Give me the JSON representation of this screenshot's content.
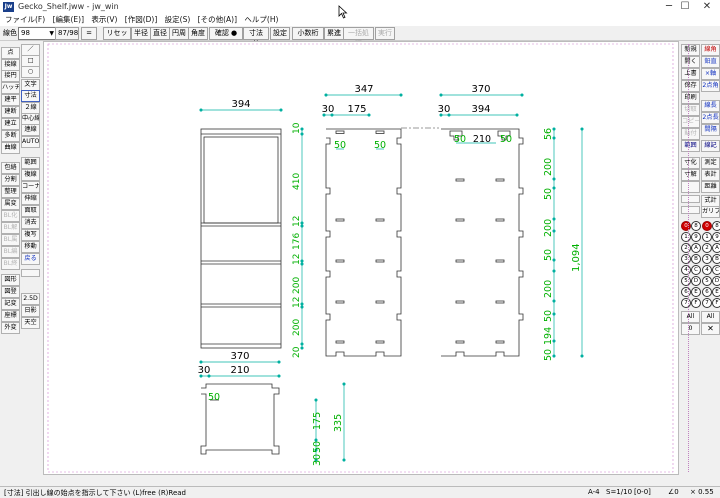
{
  "window": {
    "title": "Gecko_Shelf.jww - jw_win",
    "app_icon": "Jw",
    "minimize": "─",
    "maximize": "☐",
    "close": "✕"
  },
  "menu": [
    "ファイル(F)",
    "[編集(E)]",
    "表示(V)",
    "[作図(D)]",
    "設定(S)",
    "[その他(A)]",
    "ヘルプ(H)"
  ],
  "toolbar": {
    "line_type_label": "線色",
    "scale_value": "98",
    "ratio_value": "87/98",
    "eq": "=",
    "reset": "リセット",
    "half": "半径",
    "diameter": "直径",
    "circle": "円周",
    "angle": "角度",
    "confirm": "確認 ●",
    "dim_value": "寸法値",
    "settings": "設定",
    "decimal": "小数桁 2",
    "cumulative": "累進",
    "batch": "一括処理",
    "exec": "実行"
  },
  "left_tools": [
    "点",
    "接線",
    "接円",
    "ハッチ",
    "建平",
    "建断",
    "建立",
    "多断",
    "曲線",
    "",
    "",
    "",
    "包絡",
    "分割",
    "整理",
    "属変",
    "BL化",
    "BL解",
    "BL属",
    "BL編",
    "BL終",
    "",
    "図形",
    "図登",
    "記変",
    "座標",
    "外変"
  ],
  "left_tools2": [
    "／",
    "□",
    "○",
    "文字",
    "寸法",
    "２線",
    "中心線",
    "連線",
    "AUTO",
    "",
    "範囲",
    "複線",
    "コーナー",
    "伸縮",
    "面取",
    "消去",
    "複写",
    "移動",
    "戻る",
    "",
    "",
    "2.5D",
    "日影",
    "天空"
  ],
  "right_tools": [
    "新規",
    "開く",
    "上書",
    "保存",
    "印刷",
    "切取",
    "コピー",
    "貼付",
    "範囲",
    "線記",
    "",
    "寸化",
    "寸解",
    "",
    "",
    "",
    "",
    "",
    "",
    "",
    "",
    "",
    "",
    "",
    ""
  ],
  "right_tools2": [
    "線角",
    "鉛直",
    "×軸",
    "2点角",
    "線長",
    "2点長",
    "間隔",
    "",
    "",
    "",
    "測定",
    "表計",
    "距離",
    "",
    "式計",
    "ガリブ"
  ],
  "right_tools_extra": [
    "All",
    "0"
  ],
  "layers": [
    "0",
    "1",
    "2",
    "3",
    "4",
    "5",
    "6",
    "7",
    "8",
    "9",
    "A",
    "B",
    "C",
    "D",
    "E",
    "F"
  ],
  "drawing_dims": {
    "d394a": "394",
    "d347": "347",
    "d370a": "370",
    "d30a": "30",
    "d175a": "175",
    "d30b": "30",
    "d394b": "394",
    "d10": "10",
    "d410": "410",
    "d12a": "12",
    "d176": "176",
    "d12b": "12",
    "d200a": "200",
    "d12c": "12",
    "d200b": "200",
    "d20": "20",
    "d50a": "50",
    "d50b": "50",
    "d50c": "50",
    "d210a": "210",
    "d50d": "50",
    "d56": "56",
    "d200c": "200",
    "d50e": "50",
    "d200d": "200",
    "d50f": "50",
    "d200e": "200",
    "d50g": "50",
    "d194": "194",
    "d50h": "50",
    "d1094": "1,094",
    "d370b": "370",
    "d30c": "30",
    "d210b": "210",
    "d50i": "50",
    "d175b": "175",
    "d335": "335",
    "d50j": "50",
    "d30d": "30"
  },
  "status": {
    "message": "[寸法] 引出し線の始点を指示して下さい (L)free (R)Read",
    "paper": "A-4",
    "scale": "S=1/10",
    "layer": "[0-0]",
    "angle": "∠0",
    "zoom": "× 0.55"
  }
}
